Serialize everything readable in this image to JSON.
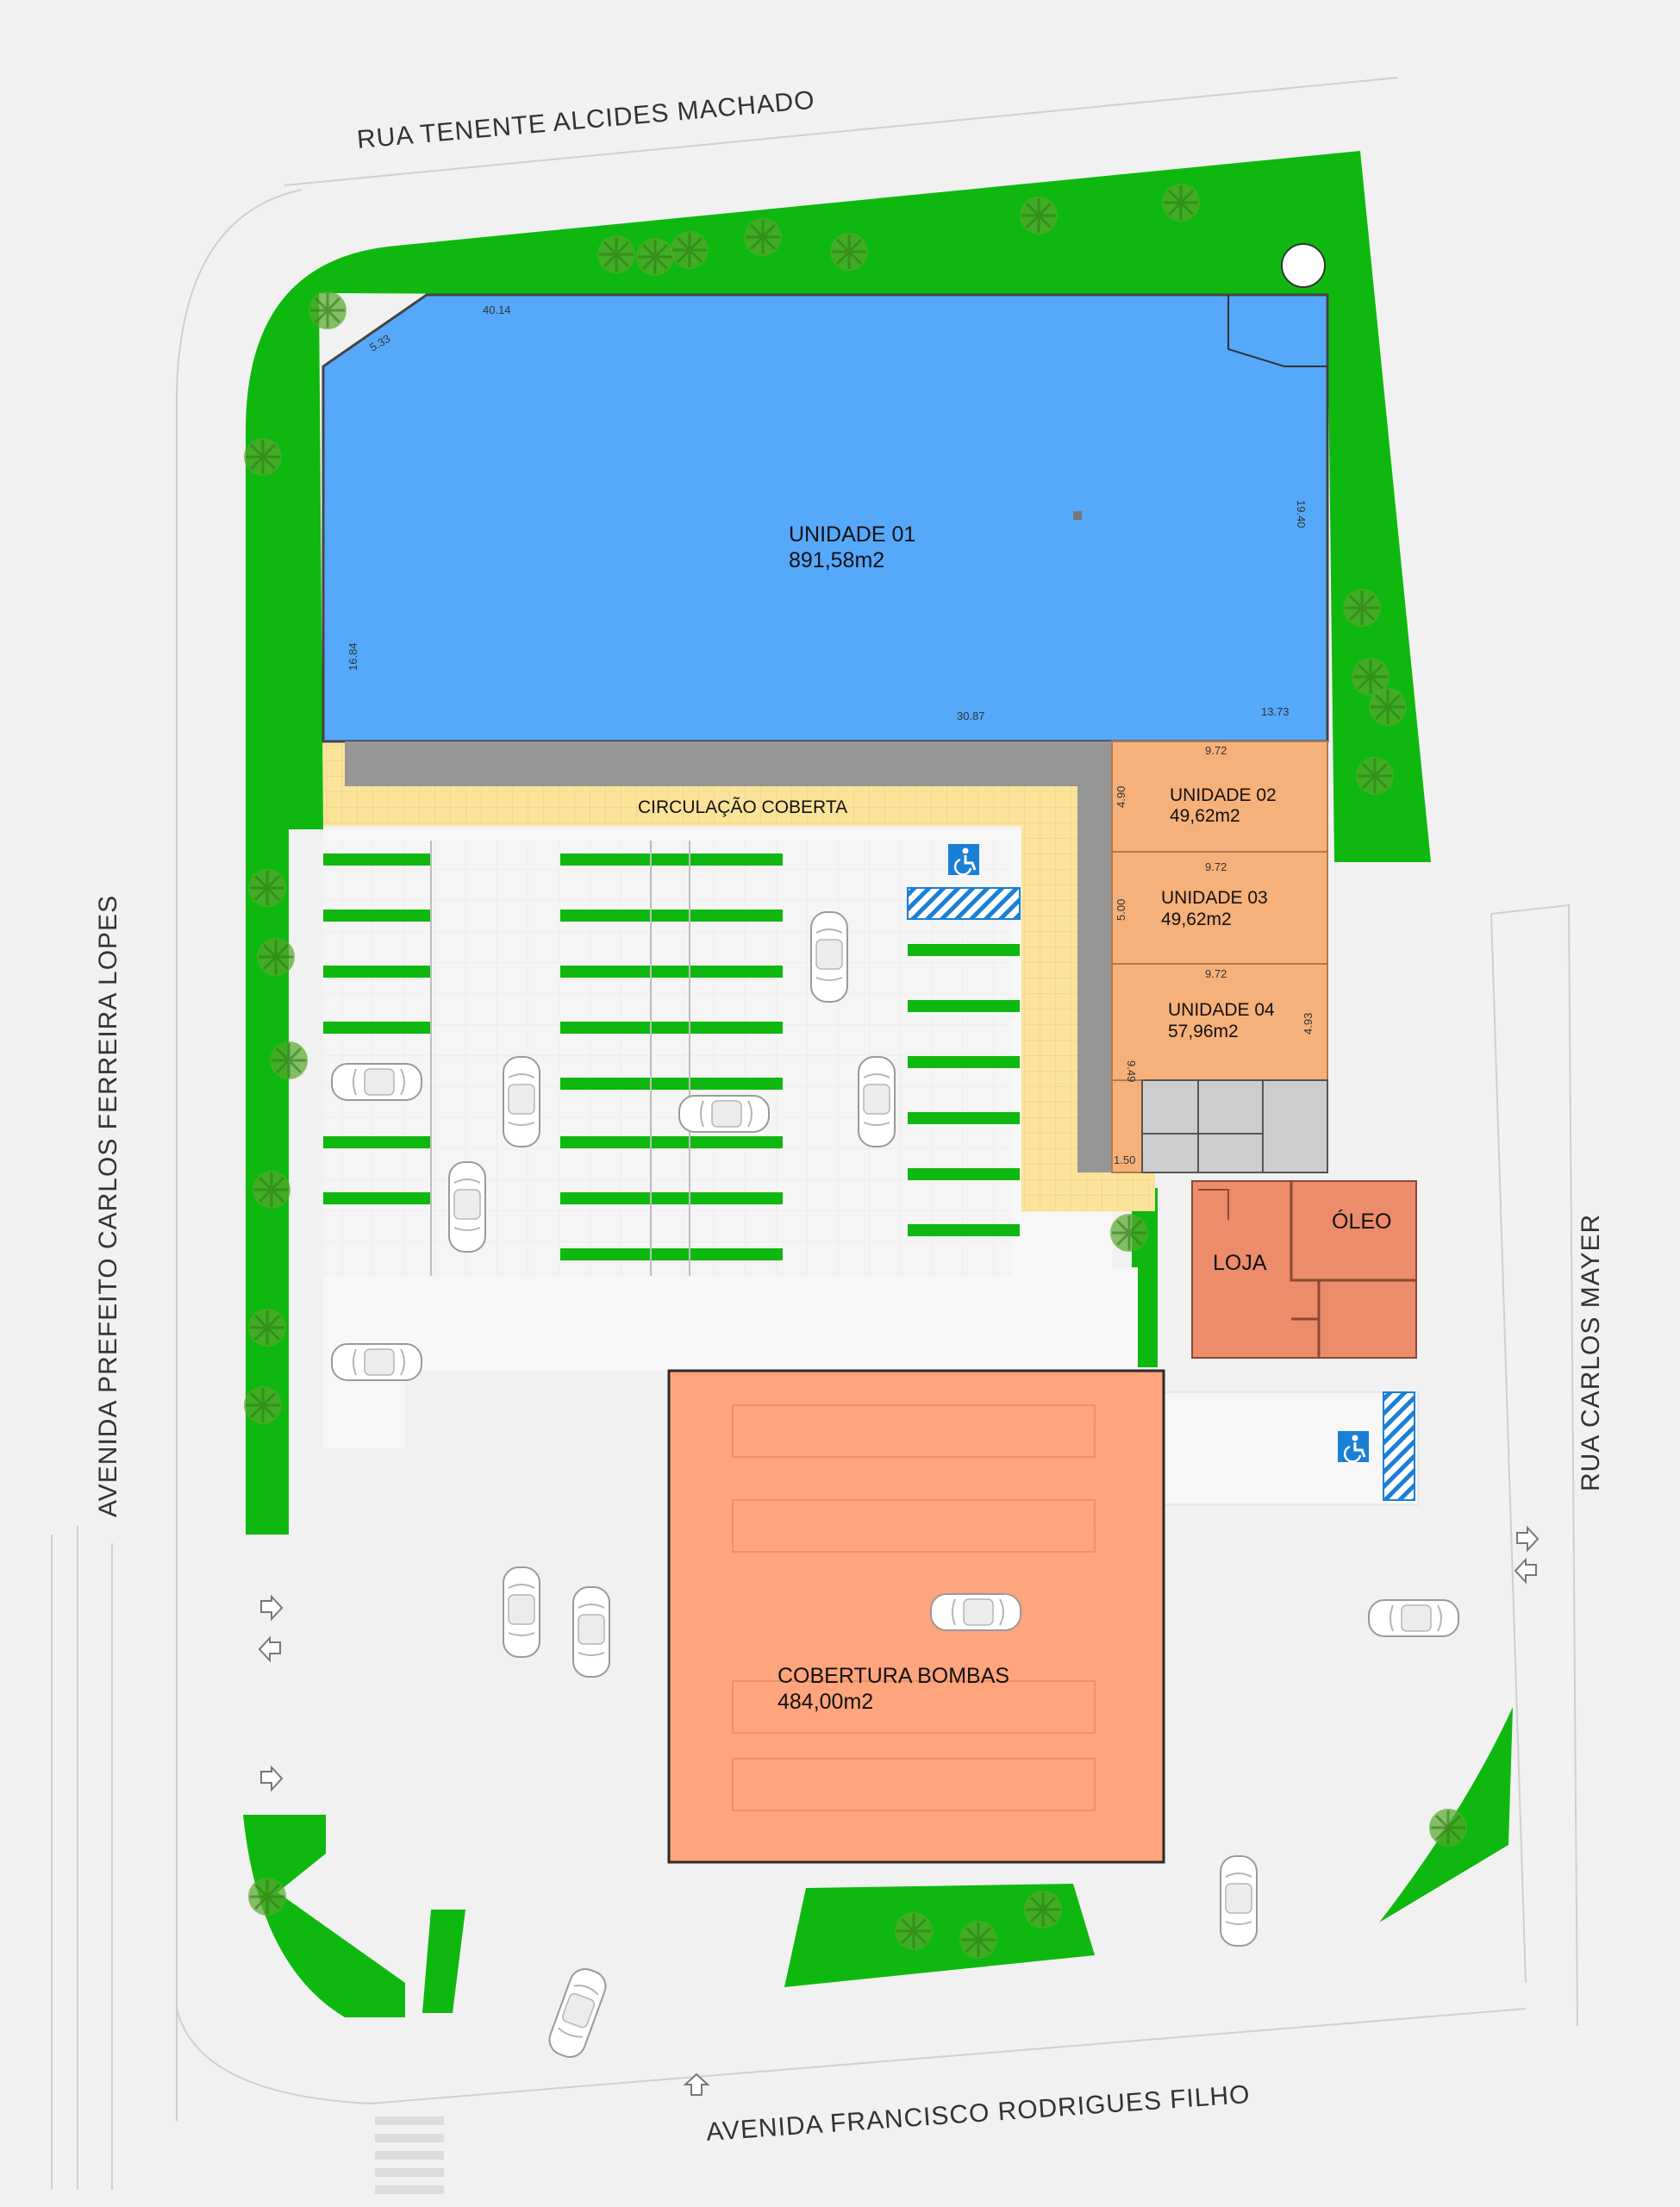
{
  "streets": {
    "north": "RUA TENENTE ALCIDES MACHADO",
    "west": "AVENIDA PREFEITO CARLOS FERREIRA LOPES",
    "east": "RUA CARLOS MAYER",
    "south": "AVENIDA FRANCISCO RODRIGUES FILHO"
  },
  "units": [
    {
      "name": "UNIDADE 01",
      "area": "891,58m2"
    },
    {
      "name": "UNIDADE 02",
      "area": "49,62m2"
    },
    {
      "name": "UNIDADE 03",
      "area": "49,62m2"
    },
    {
      "name": "UNIDADE 04",
      "area": "57,96m2"
    }
  ],
  "circulation": "CIRCULAÇÃO COBERTA",
  "shop": "LOJA",
  "oil": "ÓLEO",
  "canopy": {
    "name": "COBERTURA BOMBAS",
    "area": "484,00m2"
  },
  "dimensions": {
    "d1": "40.14",
    "d2": "5.33",
    "d3": "16.84",
    "d4": "19.40",
    "d5": "30.87",
    "d6": "13.73",
    "d7": "9.72",
    "d8": "9.72",
    "d9": "9.72",
    "d10": "4.90",
    "d11": "5.00",
    "d12": "4.93",
    "d13": "9.49",
    "d14": "1.50"
  },
  "colors": {
    "grass": "#0fb80f",
    "unit01": "#56a8fb",
    "units": "#f6b07a",
    "circulation": "#fbe39a",
    "gray": "#969696",
    "shop": "#ec8c6b",
    "canopy": "#ffa47c",
    "accessible": "#1a7fd6"
  },
  "icons": [
    "wheelchair-icon",
    "car-icon",
    "arrow-icon",
    "tree-icon"
  ]
}
